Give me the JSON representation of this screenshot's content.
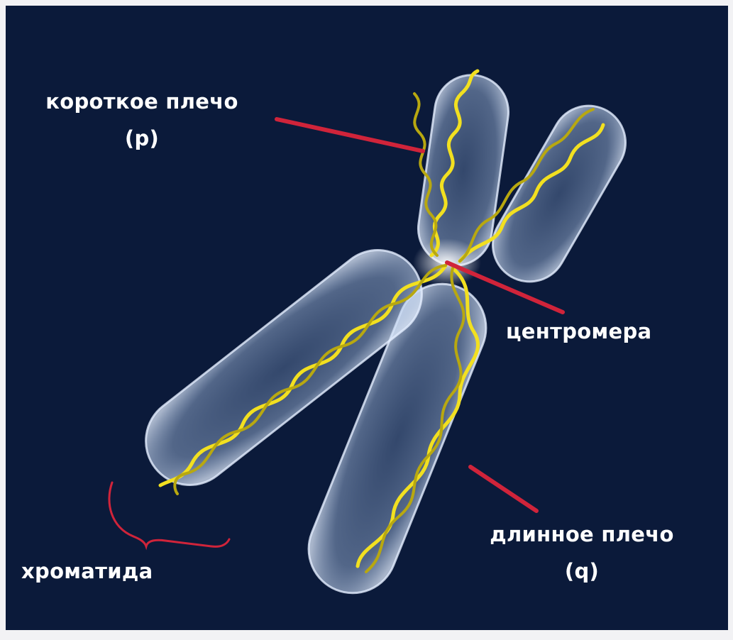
{
  "labels": {
    "short_arm": "короткое плечо",
    "short_arm_symbol": "(p)",
    "centromere": "центромера",
    "long_arm": "длинное плечо",
    "long_arm_symbol": "(q)",
    "chromatid": "хроматида"
  },
  "colors": {
    "background": "#0b1a3a",
    "leader_line": "#d0243a",
    "bracket": "#d0243a",
    "dna_strand": "#f2e020",
    "dna_strand_secondary": "#b8a810",
    "chromatid_fill": "#c9dcf5",
    "label_text": "#ffffff"
  }
}
